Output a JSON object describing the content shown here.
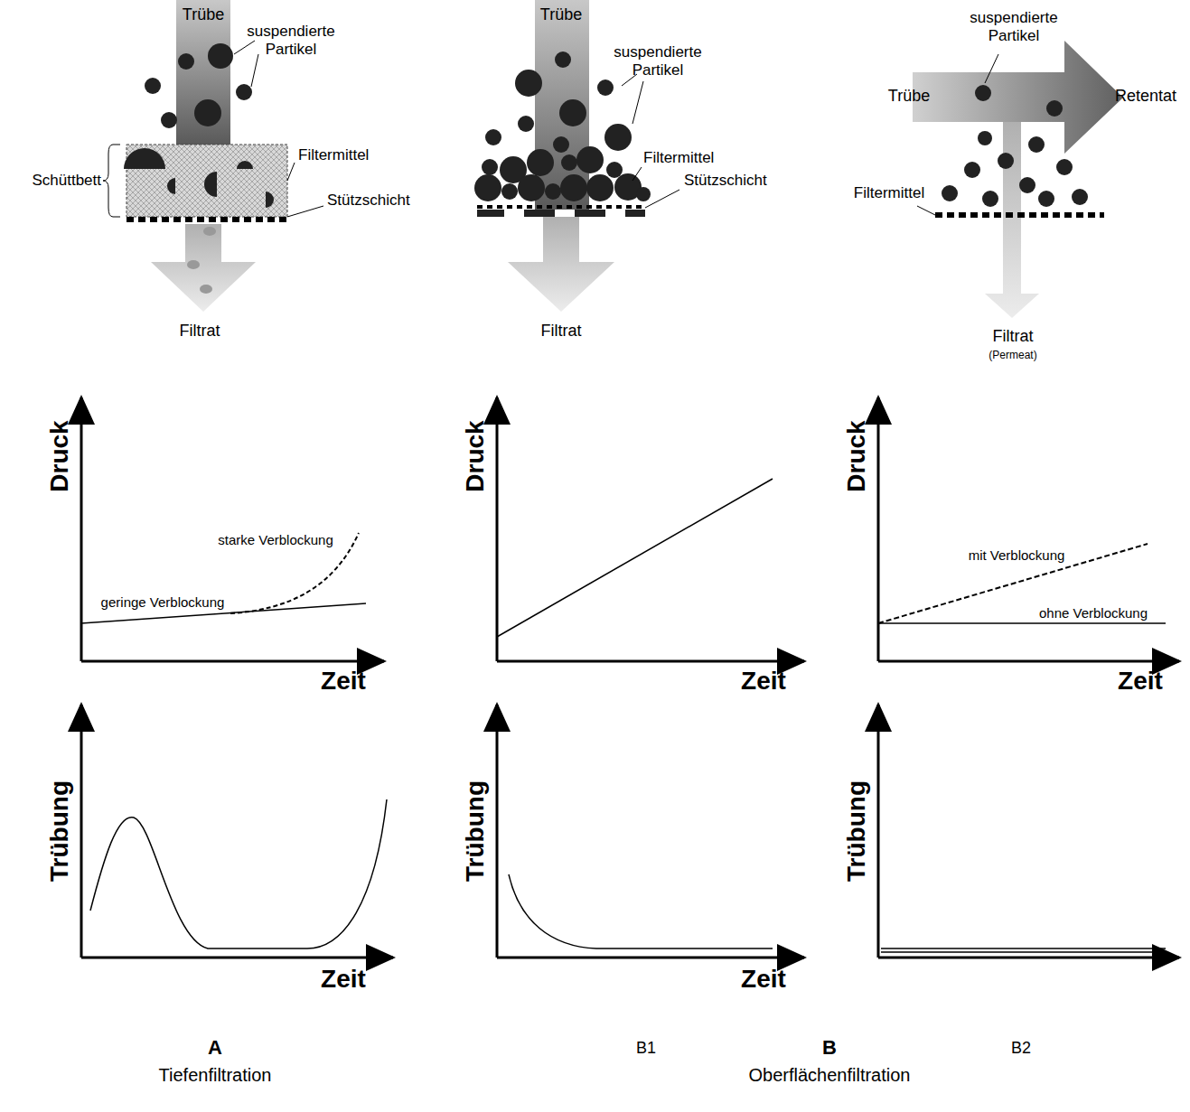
{
  "diagram": {
    "labels": [
      "Trübe",
      "suspendierte Partikel",
      "Schüttbett",
      "Filtermittel",
      "Stützschicht",
      "Filtrat",
      "Trübe",
      "suspendierte Partikel",
      "Filtermittel",
      "Stützschicht",
      "Filtrat",
      "suspendierte Partikel",
      "Trübe",
      "Retentat",
      "Filtermittel",
      "Filtrat",
      "(Permeat)",
      "Druck",
      "Zeit",
      "starke Verblockung",
      "geringe Verblockung",
      "Druck",
      "Zeit",
      "Druck",
      "Zeit",
      "mit Verblockung",
      "ohne Verblockung",
      "Trübung",
      "Zeit",
      "Trübung",
      "Zeit",
      "Trübung",
      "A",
      "Tiefenfiltration",
      "B1",
      "B",
      "B2",
      "Oberflächenfiltration"
    ]
  }
}
